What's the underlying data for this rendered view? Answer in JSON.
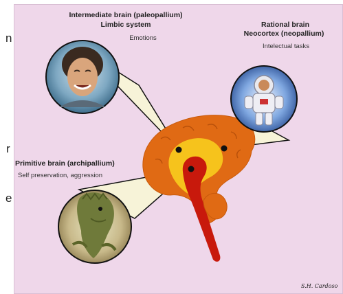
{
  "page_edge_glyphs": [
    "n",
    "r",
    "e"
  ],
  "diagram": {
    "intermediate": {
      "title": "Intermediate brain (paleopallium)",
      "subtitle": "Limbic system",
      "function": "Emotions"
    },
    "rational": {
      "title": "Rational brain",
      "subtitle": "Neocortex (neopallium)",
      "function": "Intelectual tasks"
    },
    "primitive": {
      "title": "Primitive brain (archipallium)",
      "function": "Self preservation, aggression"
    },
    "signature": "S.H. Cardoso"
  },
  "colors": {
    "background": "#efd7ea",
    "neocortex": "#e06a14",
    "limbic": "#f6c31c",
    "brainstem": "#c8190c"
  }
}
